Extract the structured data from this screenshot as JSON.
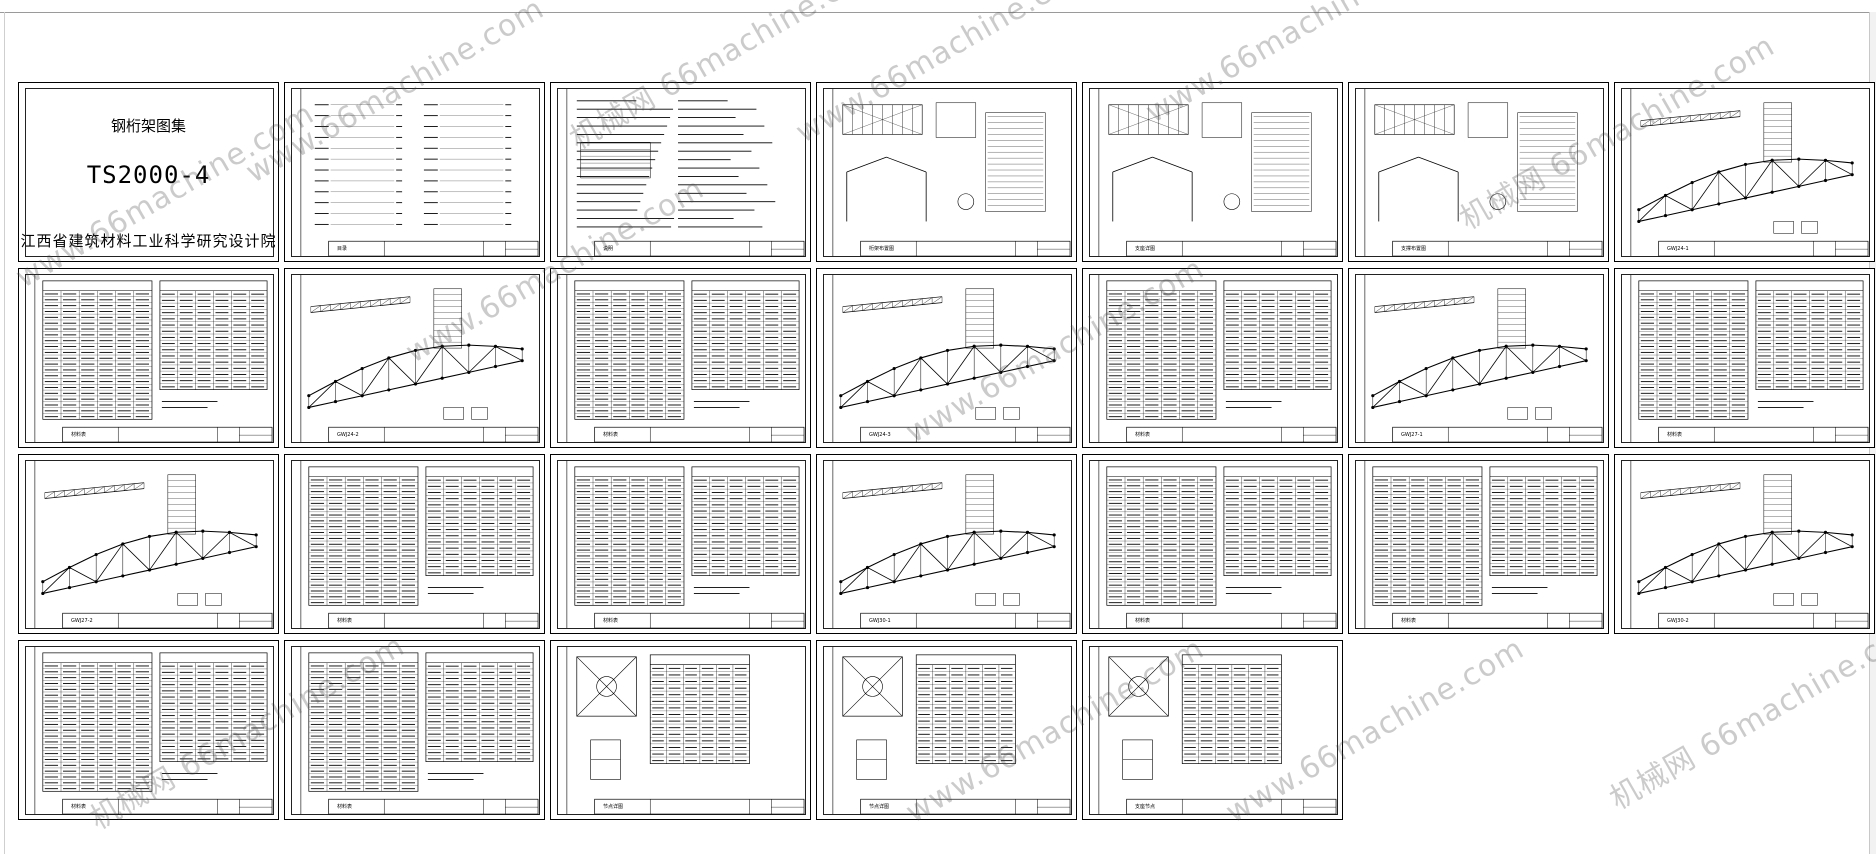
{
  "cover": {
    "title": "钢桁架图集",
    "code": "TS2000-4",
    "organization": "江西省建筑材料工业科学研究设计院"
  },
  "watermark": {
    "text": "66machine.com",
    "text_cn": "机械网"
  },
  "sheets": [
    {
      "kind": "cover"
    },
    {
      "kind": "index",
      "title": "目录"
    },
    {
      "kind": "notes",
      "title": "说明"
    },
    {
      "kind": "layout",
      "title": "桁架布置图"
    },
    {
      "kind": "layout",
      "title": "支座详图"
    },
    {
      "kind": "layout",
      "title": "支撑布置图"
    },
    {
      "kind": "truss",
      "title": "GWJ24-1"
    },
    {
      "kind": "table",
      "title": "材料表"
    },
    {
      "kind": "truss",
      "title": "GWJ24-2"
    },
    {
      "kind": "table",
      "title": "材料表"
    },
    {
      "kind": "truss",
      "title": "GWJ24-3"
    },
    {
      "kind": "table",
      "title": "材料表"
    },
    {
      "kind": "truss",
      "title": "GWJ27-1"
    },
    {
      "kind": "table",
      "title": "材料表"
    },
    {
      "kind": "truss",
      "title": "GWJ27-2"
    },
    {
      "kind": "table",
      "title": "材料表"
    },
    {
      "kind": "table",
      "title": "材料表"
    },
    {
      "kind": "truss",
      "title": "GWJ30-1"
    },
    {
      "kind": "table",
      "title": "材料表"
    },
    {
      "kind": "table",
      "title": "材料表"
    },
    {
      "kind": "truss",
      "title": "GWJ30-2"
    },
    {
      "kind": "table",
      "title": "材料表"
    },
    {
      "kind": "table",
      "title": "材料表"
    },
    {
      "kind": "node",
      "title": "节点详图"
    },
    {
      "kind": "node",
      "title": "节点详图"
    },
    {
      "kind": "node",
      "title": "支座节点"
    }
  ]
}
